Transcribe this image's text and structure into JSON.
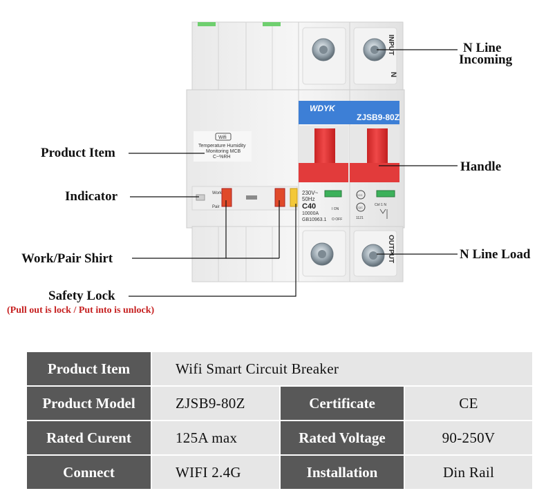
{
  "device": {
    "brand": "WDYK",
    "model": "ZJSB9-80Z",
    "front_label": {
      "wifi": "Wifi",
      "line1": "Temperature Humidity",
      "line2": "Monitoring MCB",
      "line3": "C~%RH"
    },
    "switch_labels": {
      "work": "Work",
      "pair": "Pair"
    },
    "terminals": {
      "input": "INPUT",
      "n": "N",
      "output": "OUTPUT"
    },
    "ratings": {
      "voltage": "230V~",
      "frequency": "50Hz",
      "curve": "C40",
      "breaking": "10000A",
      "standard": "GB10963.1",
      "on": "I ON",
      "off": "O OFF",
      "ccc": "CCC",
      "cqc": "CQC",
      "cert_no": "1121",
      "wiring": "Ctrl 1 N"
    }
  },
  "callouts": {
    "product_item": "Product Item",
    "indicator": "Indicator",
    "work_pair": "Work/Pair Shirt",
    "safety_lock": "Safety Lock",
    "safety_note": "(Pull out is lock / Put into is unlock)",
    "n_line_incoming_1": "N Line",
    "n_line_incoming_2": "Incoming",
    "handle": "Handle",
    "n_line_load": "N Line Load"
  },
  "specs": {
    "product_item_label": "Product Item",
    "product_item_value": "Wifi Smart Circuit Breaker",
    "model_label": "Product Model",
    "model_value": "ZJSB9-80Z",
    "certificate_label": "Certificate",
    "certificate_value": "CE",
    "current_label": "Rated Curent",
    "current_value": "125A max",
    "voltage_label": "Rated Voltage",
    "voltage_value": "90-250V",
    "connect_label": "Connect",
    "connect_value": "WIFI 2.4G",
    "installation_label": "Installation",
    "installation_value": "Din Rail"
  },
  "colors": {
    "handle_red": "#e23b3b",
    "brand_blue": "#3d7fd6",
    "table_key_bg": "#585858",
    "table_value_bg": "#e6e6e6",
    "note_red": "#c62020"
  }
}
